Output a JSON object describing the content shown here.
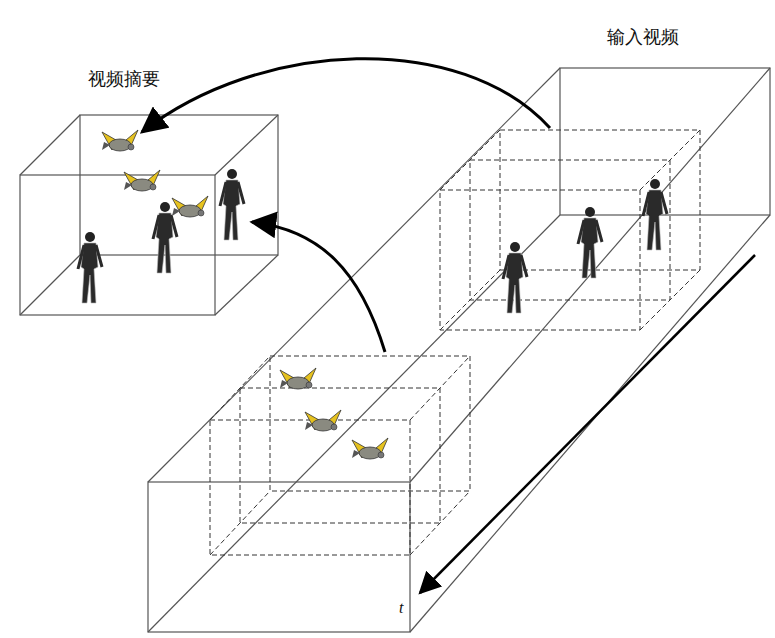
{
  "diagram": {
    "labels": [
      "视频摘要",
      "输入视频",
      "t"
    ]
  }
}
